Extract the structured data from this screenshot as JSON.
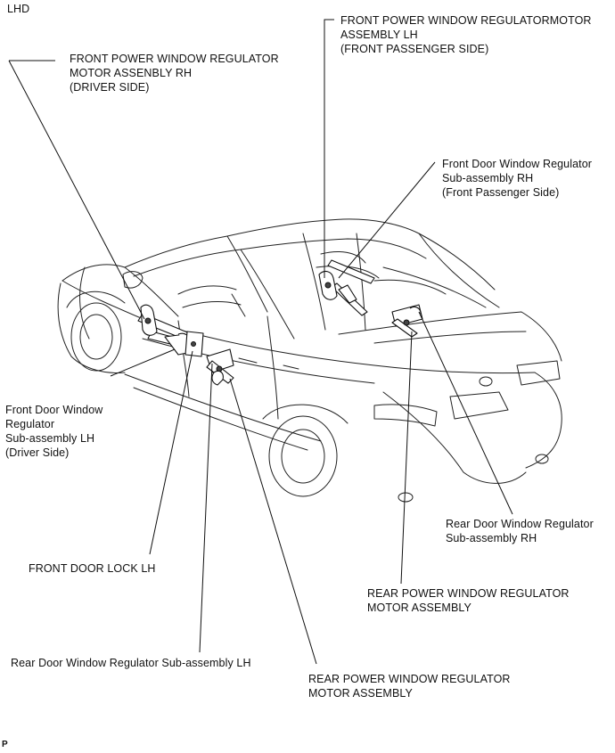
{
  "header": {
    "code": "LHD"
  },
  "footer": {
    "mark": "P"
  },
  "labels": {
    "front_motor_rh": [
      "FRONT POWER WINDOW REGULATOR",
      "MOTOR ASSENBLY RH",
      "(DRIVER SIDE)"
    ],
    "front_motor_lh": [
      "FRONT POWER WINDOW REGULATORMOTOR",
      "ASSEMBLY LH",
      "(FRONT PASSENGER SIDE)"
    ],
    "front_sub_rh": [
      "Front Door Window Regulator",
      "Sub-assembly RH",
      "(Front Passenger Side)"
    ],
    "front_sub_lh": [
      "Front Door Window",
      "Regulator",
      "Sub-assembly LH",
      "(Driver Side)"
    ],
    "rear_sub_rh": [
      "Rear Door Window Regulator",
      "Sub-assembly RH"
    ],
    "front_door_lock_lh": [
      "FRONT DOOR LOCK  LH"
    ],
    "rear_motor_right": [
      "REAR POWER WINDOW REGULATOR",
      "MOTOR ASSEMBLY"
    ],
    "rear_sub_lh": [
      "Rear Door Window Regulator Sub-assembly LH"
    ],
    "rear_motor_bottom": [
      "REAR POWER WINDOW REGULATOR",
      "MOTOR ASSEMBLY"
    ]
  }
}
